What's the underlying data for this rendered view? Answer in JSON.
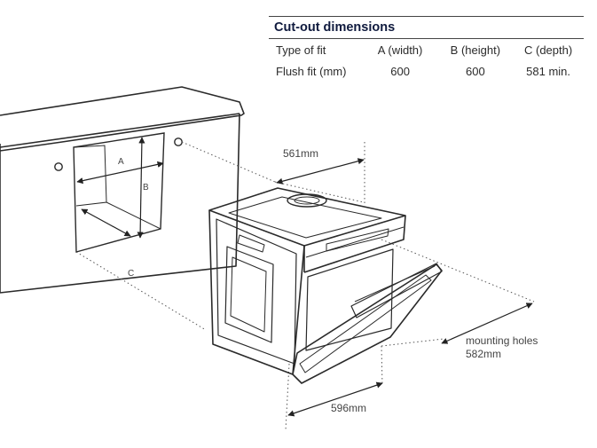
{
  "table": {
    "title": "Cut-out dimensions",
    "headers": [
      "Type of fit",
      "A (width)",
      "B (height)",
      "C (depth)"
    ],
    "rows": [
      [
        "Flush fit (mm)",
        "600",
        "600",
        "581 min."
      ]
    ]
  },
  "labels": {
    "a": "A",
    "b": "B",
    "c": "C",
    "dim_561": "561mm",
    "mounting_line1": "mounting holes",
    "mounting_line2": "582mm",
    "dim_596": "596mm"
  }
}
